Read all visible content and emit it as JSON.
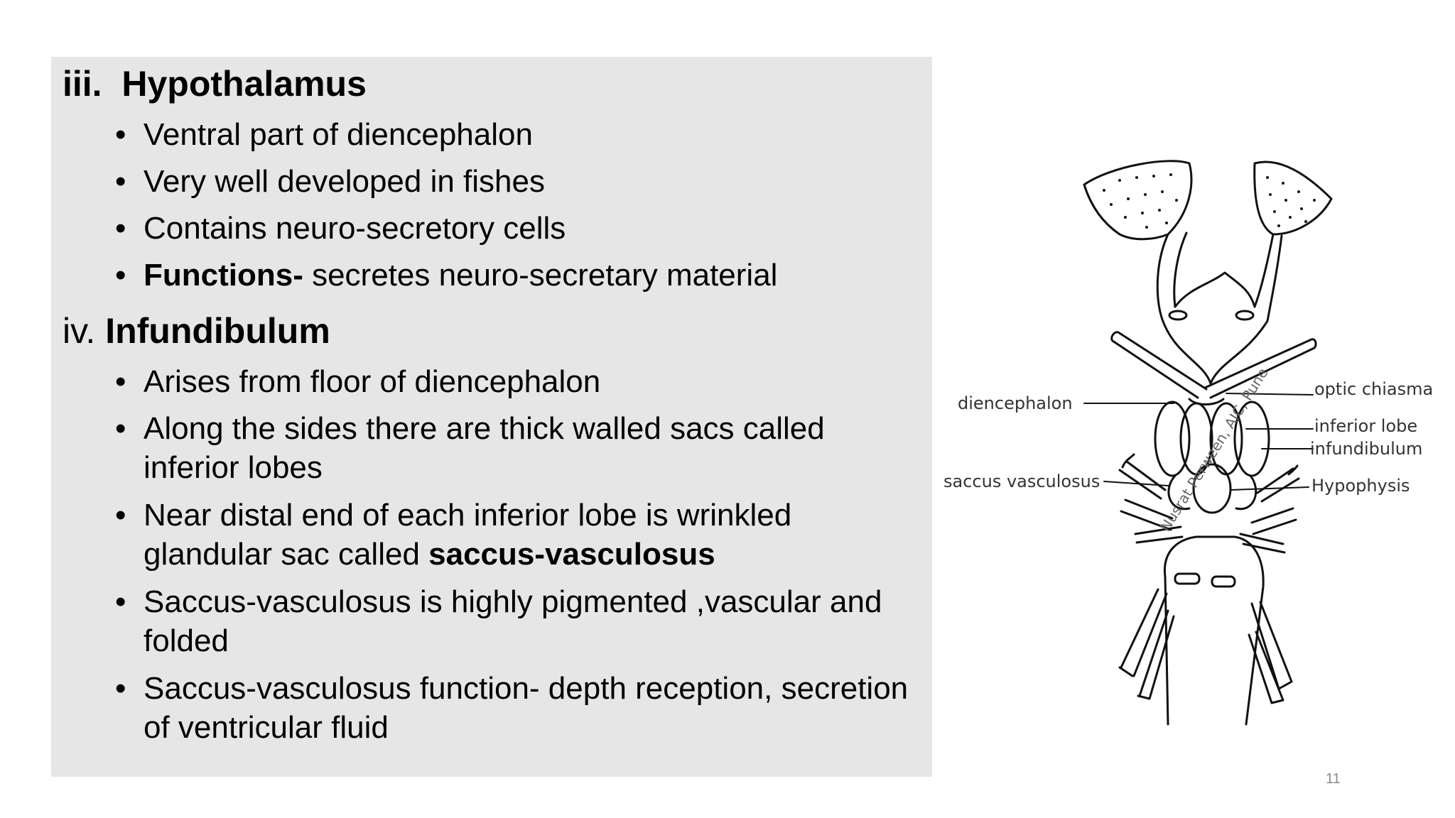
{
  "sections": [
    {
      "numeral": "iii.",
      "title": "Hypothalamus",
      "bullets": [
        "Ventral part of diencephalon",
        "Very well developed in fishes",
        "Contains neuro-secretory cells",
        {
          "bold": "Functions-",
          "rest": " secretes neuro-secretary material"
        }
      ]
    },
    {
      "numeral": "iv.",
      "title": "Infundibulum",
      "bullets": [
        "Arises from floor of diencephalon",
        "Along the sides there are thick walled sacs called inferior lobes",
        {
          "pre": "Near distal end of each inferior lobe is wrinkled glandular sac called ",
          "bold": "saccus-vasculosus"
        },
        "Saccus-vasculosus is highly pigmented ,vascular and folded",
        "Saccus-vasculosus  function- depth reception, secretion of ventricular fluid"
      ]
    }
  ],
  "bullet_glyph": "•",
  "diagram": {
    "labels": {
      "diencephalon": "diencephalon",
      "saccus_vasculosus": "saccus vasculosus",
      "optic_chiasma": "optic chiasma",
      "inferior_lobe": "inferior  lobe",
      "infundibulum": "infundibulum",
      "hypophysis": "Hypophysis"
    },
    "watermark": "Nusrat Perween, AIC, Pune"
  },
  "page_number": "11"
}
